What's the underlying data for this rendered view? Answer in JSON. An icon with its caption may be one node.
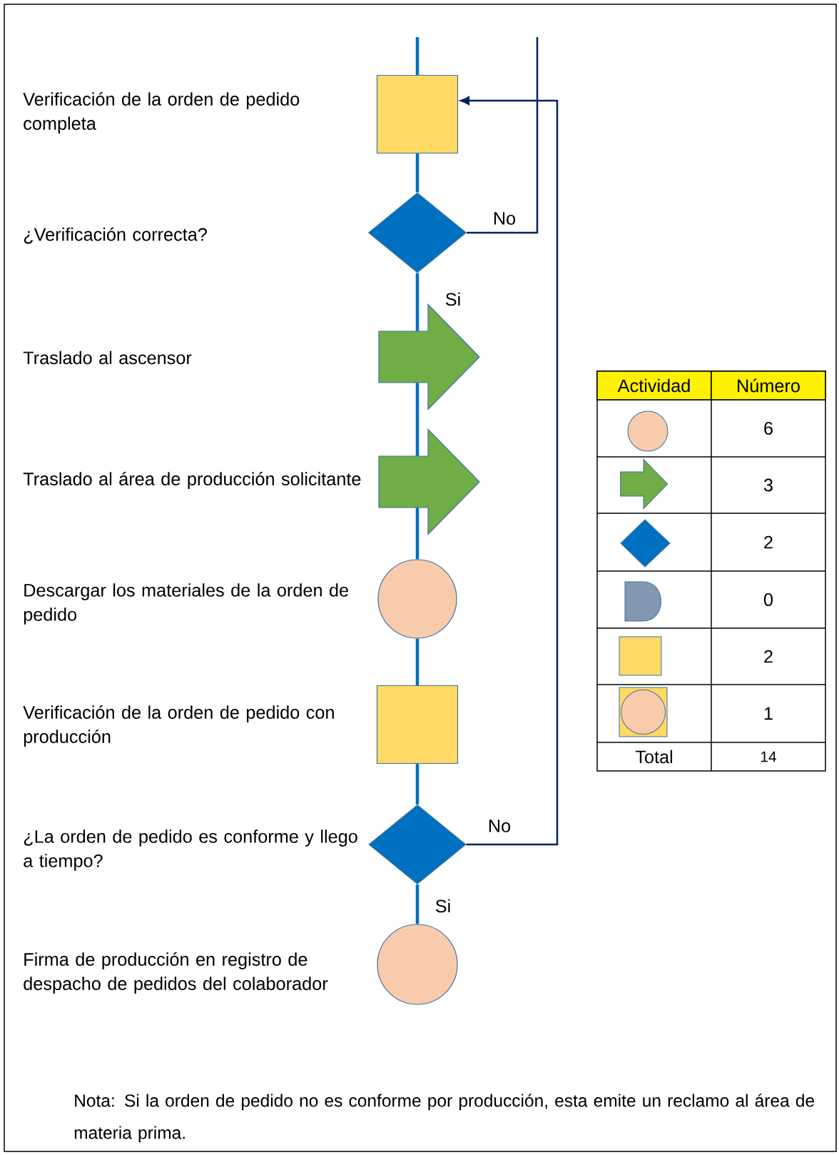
{
  "diagram": {
    "nodes": [
      {
        "text": [],
        "shape": "box"
      },
      {
        "text": [],
        "shape": "diamond"
      },
      {
        "text": [],
        "shape": "arrow"
      },
      {
        "text": [],
        "shape": "arrow"
      },
      {
        "text": [],
        "shape": "circle"
      },
      {
        "text": [],
        "shape": "box"
      },
      {
        "text": [],
        "shape": "diamond"
      },
      {
        "text": [],
        "shape": "circle"
      }
    ],
    "edges": [
      {
        "from": null,
        "to": 0,
        "arrow": "none"
      },
      {
        "from": 0,
        "to": 1,
        "arrow": "none"
      },
      {
        "from": 1,
        "to": 2,
        "arrow": "none",
        "label": "Si"
      },
      {
        "from": 2,
        "to": 3,
        "arrow": "none"
      },
      {
        "from": 3,
        "to": 4,
        "arrow": "none"
      },
      {
        "from": 4,
        "to": 5,
        "arrow": "none"
      },
      {
        "from": 5,
        "to": 6,
        "arrow": "none"
      },
      {
        "from": 6,
        "to": 7,
        "arrow": "none",
        "label": "Si"
      },
      {
        "from": 1,
        "to": null,
        "arrow": "none",
        "label": "No",
        "color": "#002060"
      },
      {
        "from": 6,
        "to": 0,
        "arrow": "to",
        "label": "No",
        "color": "#002060"
      }
    ],
    "labels": [
      "Verificación de la orden de pedido completa",
      "¿Verificación correcta?",
      "Traslado al ascensor",
      "Traslado al área de producción solicitante",
      "Descargar los materiales de la orden de pedido",
      "Verificación de la orden de pedido con producción",
      "¿La orden de pedido es conforme y llego a tiempo?",
      "Firma de producción en registro de despacho de pedidos del colaborador",
      "Actividad",
      "Número",
      "6",
      "3",
      "2",
      "0",
      "2",
      "1",
      "Total",
      "14",
      "Nota: Si la orden de pedido no es conforme por producción, esta emite un reclamo al área de materia prima."
    ]
  }
}
